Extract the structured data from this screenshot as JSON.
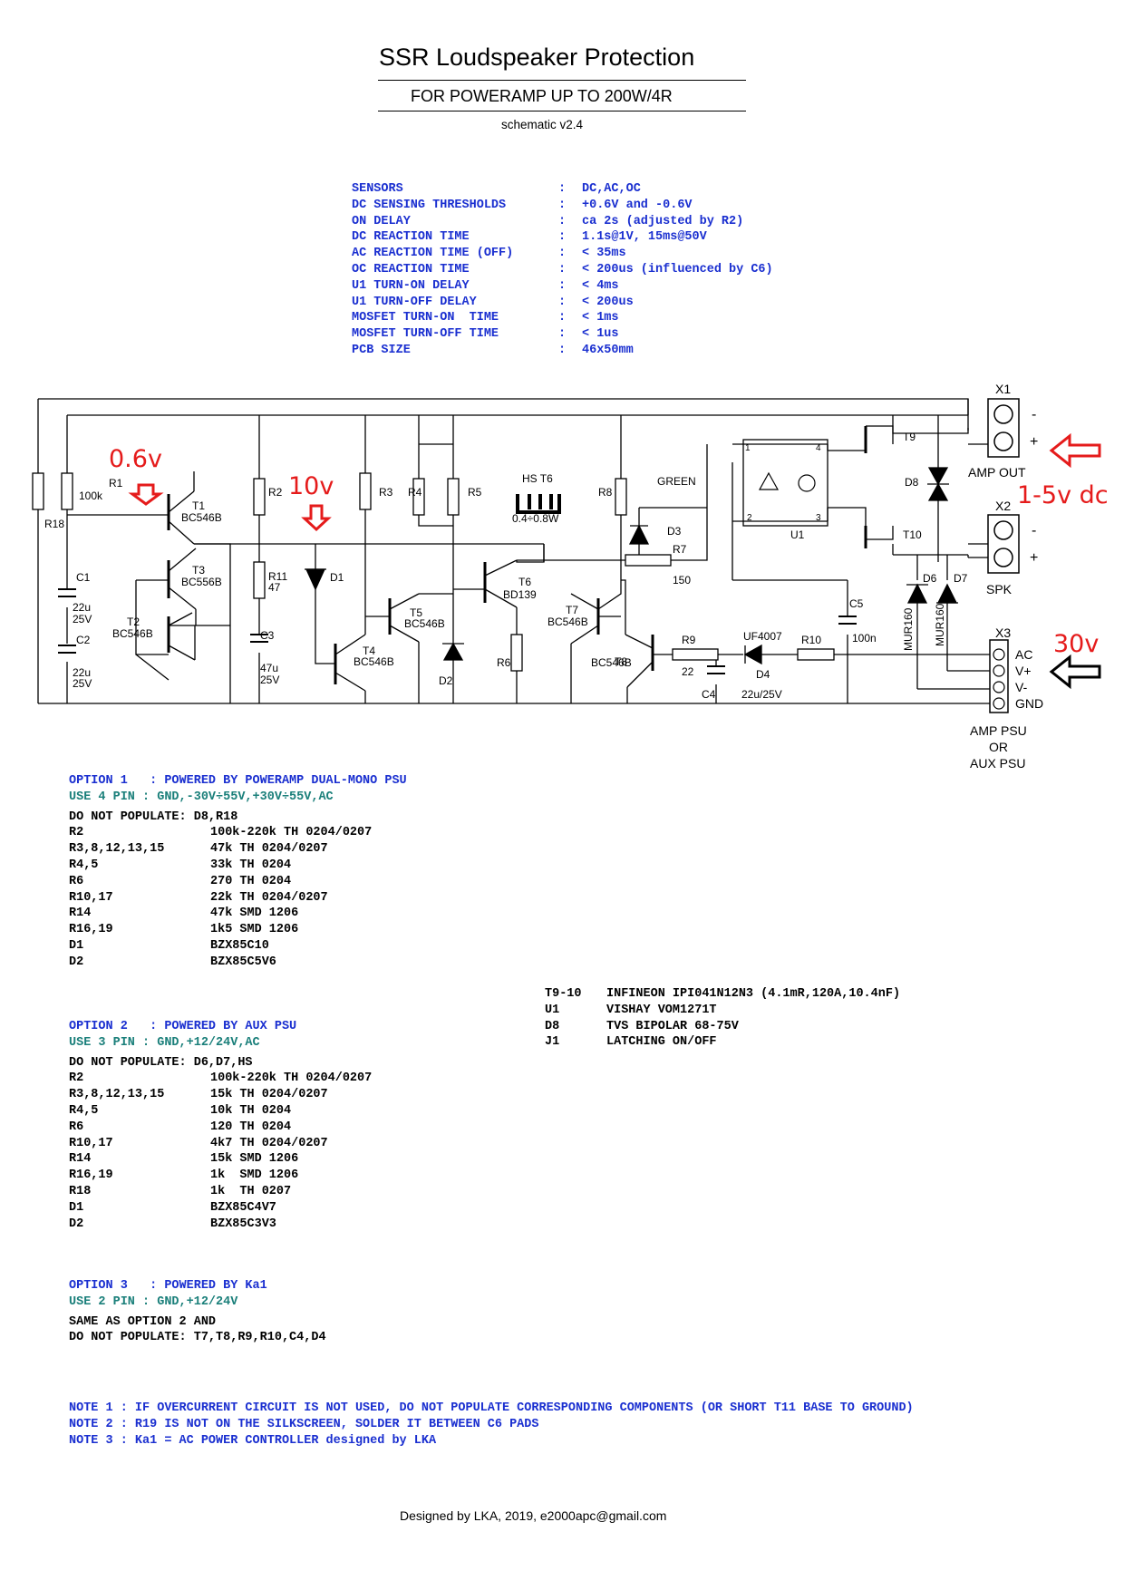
{
  "header": {
    "title": "SSR Loudspeaker Protection",
    "subtitle": "FOR POWERAMP UP TO 200W/4R",
    "version": "schematic v2.4"
  },
  "specs": [
    {
      "key": "SENSORS",
      "value": "DC,AC,OC"
    },
    {
      "key": "DC SENSING THRESHOLDS",
      "value": "+0.6V and -0.6V"
    },
    {
      "key": "ON DELAY",
      "value": "ca 2s (adjusted by R2)"
    },
    {
      "key": "DC REACTION TIME",
      "value": "1.1s@1V, 15ms@50V"
    },
    {
      "key": "AC REACTION TIME (OFF)",
      "value": "< 35ms"
    },
    {
      "key": "OC REACTION TIME",
      "value": "< 200us (influenced by C6)"
    },
    {
      "key": "U1 TURN-ON DELAY",
      "value": "< 4ms"
    },
    {
      "key": "U1 TURN-OFF DELAY",
      "value": "< 200us"
    },
    {
      "key": "MOSFET TURN-ON  TIME",
      "value": "< 1ms"
    },
    {
      "key": "MOSFET TURN-OFF TIME",
      "value": "< 1us"
    },
    {
      "key": "PCB SIZE",
      "value": "46x50mm"
    }
  ],
  "spec_colon": ":",
  "schematic": {
    "labels": {
      "R1": "R1",
      "R1v": "100k",
      "R18": "R18",
      "R2": "R2",
      "R3": "R3",
      "R4": "R4",
      "R5": "R5",
      "R6": "R6",
      "R7": "R7",
      "R7v": "150",
      "R8": "R8",
      "R9": "R9",
      "R9v": "22",
      "R10": "R10",
      "R11": "R11",
      "R11v": "47",
      "C1": "C1",
      "C1v1": "22u",
      "C1v2": "25V",
      "C2": "C2",
      "C2v1": "22u",
      "C2v2": "25V",
      "C3": "C3",
      "C3v1": "47u",
      "C3v2": "25V",
      "C4": "C4",
      "C4v": "22u/25V",
      "C5": "C5",
      "C5v": "100n",
      "T1": "T1",
      "T1v": "BC546B",
      "T2": "T2",
      "T2v": "BC546B",
      "T3": "T3",
      "T3v": "BC556B",
      "T4": "T4",
      "T4v": "BC546B",
      "T5": "T5",
      "T5v": "BC546B",
      "T6": "T6",
      "T6v": "BD139",
      "T7": "T7",
      "T7v": "BC546B",
      "T8": "T8",
      "T8v": "BC546B",
      "T9": "T9",
      "T10": "T10",
      "D1": "D1",
      "D2": "D2",
      "D3": "D3",
      "D3c": "GREEN",
      "D4": "D4",
      "D4v": "UF4007",
      "D6": "D6",
      "D7": "D7",
      "D8": "D8",
      "MUR1": "MUR160",
      "MUR2": "MUR160",
      "U1": "U1",
      "HS": "HS T6",
      "HSv": "0.4÷0.8W",
      "X1": "X1",
      "X1t": "AMP OUT",
      "X2": "X2",
      "X2t": "SPK",
      "X3": "X3",
      "X3ac": "AC",
      "X3vp": "V+",
      "X3vm": "V-",
      "X3gnd": "GND",
      "psu1": "AMP PSU",
      "psu2": "OR",
      "psu3": "AUX PSU",
      "minus": "-",
      "plus": "+",
      "pin1": "1",
      "pin2": "2",
      "pin3": "3",
      "pin4": "4"
    },
    "annotations": {
      "v06": "0.6v",
      "v10": "10v",
      "v15": "1-5v dc",
      "v30": "30v",
      "color": "#e51b1b"
    }
  },
  "option1": {
    "header": "OPTION 1   : POWERED BY POWERAMP DUAL-MONO PSU",
    "pins": "USE 4 PIN : GND,-30V÷55V,+30V÷55V,AC",
    "dnp": "DO NOT POPULATE: D8,R18",
    "rows": [
      [
        "R2",
        "100k-220k TH 0204/0207"
      ],
      [
        "R3,8,12,13,15",
        "47k TH 0204/0207"
      ],
      [
        "R4,5",
        "33k TH 0204"
      ],
      [
        "R6",
        "270 TH 0204"
      ],
      [
        "R10,17",
        "22k TH 0204/0207"
      ],
      [
        "R14",
        "47k SMD 1206"
      ],
      [
        "R16,19",
        "1k5 SMD 1206"
      ],
      [
        "D1",
        "BZX85C10"
      ],
      [
        "D2",
        "BZX85C5V6"
      ]
    ]
  },
  "option2": {
    "header": "OPTION 2   : POWERED BY AUX PSU",
    "pins": "USE 3 PIN : GND,+12/24V,AC",
    "dnp": "DO NOT POPULATE: D6,D7,HS",
    "rows": [
      [
        "R2",
        "100k-220k TH 0204/0207"
      ],
      [
        "R3,8,12,13,15",
        "15k TH 0204/0207"
      ],
      [
        "R4,5",
        "10k TH 0204"
      ],
      [
        "R6",
        "120 TH 0204"
      ],
      [
        "R10,17",
        "4k7 TH 0204/0207"
      ],
      [
        "R14",
        "15k SMD 1206"
      ],
      [
        "R16,19",
        "1k  SMD 1206"
      ],
      [
        "R18",
        "1k  TH 0207"
      ],
      [
        "D1",
        "BZX85C4V7"
      ],
      [
        "D2",
        "BZX85C3V3"
      ]
    ]
  },
  "option3": {
    "header": "OPTION 3   : POWERED BY Ka1",
    "pins": "USE 2 PIN : GND,+12/24V",
    "line1": "SAME AS OPTION 2 AND",
    "line2": "DO NOT POPULATE: T7,T8,R9,R10,C4,D4"
  },
  "bom_extra": [
    [
      "T9-10",
      "INFINEON IPI041N12N3 (4.1mR,120A,10.4nF)"
    ],
    [
      "U1",
      "VISHAY VOM1271T"
    ],
    [
      "D8",
      "TVS BIPOLAR 68-75V"
    ],
    [
      "J1",
      "LATCHING ON/OFF"
    ]
  ],
  "notes": [
    "NOTE 1 : IF OVERCURRENT CIRCUIT IS NOT USED, DO NOT POPULATE CORRESPONDING COMPONENTS (OR SHORT T11 BASE TO GROUND)",
    "NOTE 2 : R19 IS NOT ON THE SILKSCREEN, SOLDER IT BETWEEN C6 PADS",
    "NOTE 3 : Ka1 = AC POWER CONTROLLER designed by LKA"
  ],
  "footer": "Designed by LKA, 2019, e2000apc@gmail.com"
}
